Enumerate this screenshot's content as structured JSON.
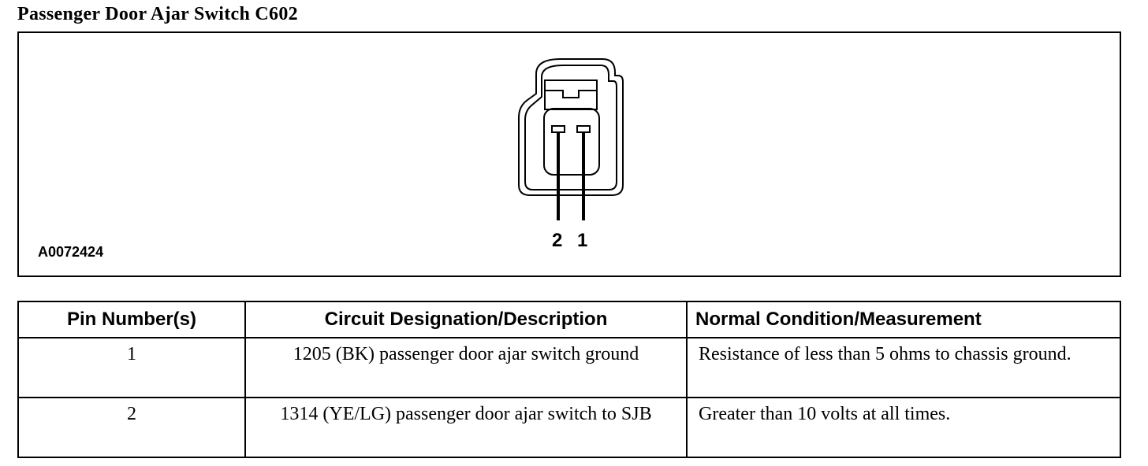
{
  "title": "Passenger Door Ajar Switch C602",
  "figure": {
    "id": "A0072424",
    "pin_labels": [
      "2",
      "1"
    ]
  },
  "table": {
    "headers": [
      "Pin Number(s)",
      "Circuit Designation/Description",
      "Normal Condition/Measurement"
    ],
    "rows": [
      {
        "pin": "1",
        "circuit": "1205 (BK) passenger door ajar switch ground",
        "condition": "Resistance of less than 5 ohms to chassis ground."
      },
      {
        "pin": "2",
        "circuit": "1314 (YE/LG) passenger door ajar switch to SJB",
        "condition": "Greater than 10 volts at all times."
      }
    ]
  }
}
